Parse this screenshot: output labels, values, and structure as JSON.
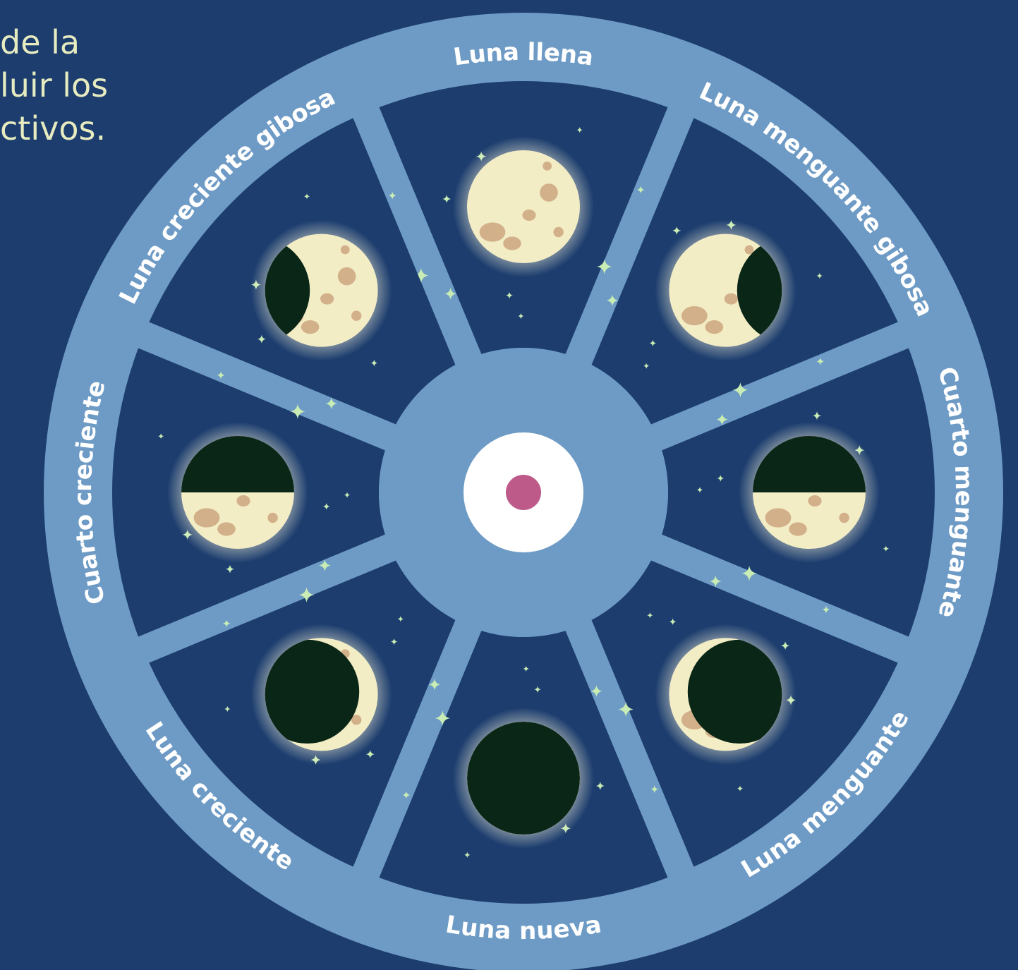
{
  "intro_text": "de la\nluir los\nctivos.",
  "phases": [
    {
      "id": "luna-llena",
      "label": "Luna llena"
    },
    {
      "id": "luna-menguante-gibosa",
      "label": "Luna menguante gibosa"
    },
    {
      "id": "cuarto-menguante",
      "label": "Cuarto menguante"
    },
    {
      "id": "luna-menguante",
      "label": "Luna menguante"
    },
    {
      "id": "luna-nueva",
      "label": "Luna nueva"
    },
    {
      "id": "luna-creciente",
      "label": "Luna creciente"
    },
    {
      "id": "cuarto-creciente",
      "label": "Cuarto creciente"
    },
    {
      "id": "luna-creciente-gibosa",
      "label": "Luna creciente gibosa"
    }
  ],
  "colors": {
    "background": "#1c3d6e",
    "rim": "#6e9bc5",
    "sector": "#1c3d6e",
    "moon": "#f3edc6",
    "crater": "#d2b08a",
    "shadow": "#0a2616",
    "center_dot": "#bd5a8a",
    "center_disc": "#ffffff",
    "star": "#c8ecb4",
    "intro_text": "#e6ebc0",
    "label_text": "#ffffff"
  },
  "icons": {
    "moon": "moon-icon",
    "star": "sparkle-star-icon",
    "center": "center-dot-icon"
  }
}
